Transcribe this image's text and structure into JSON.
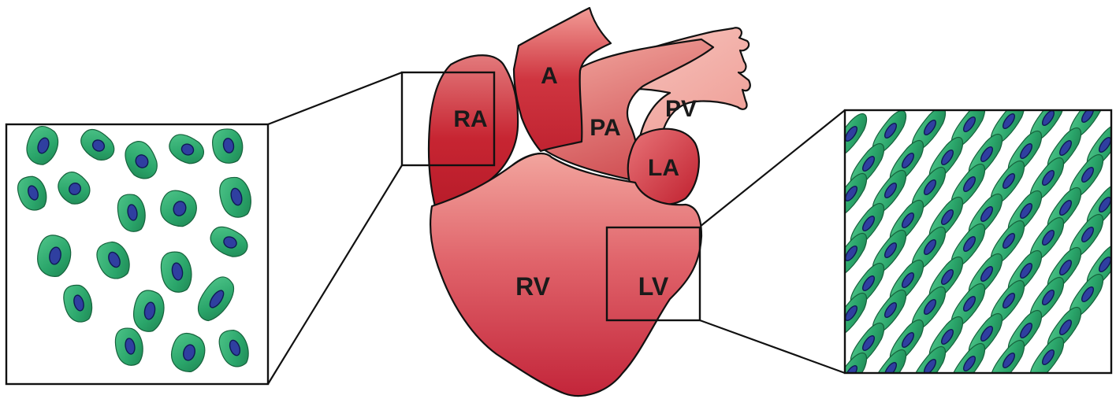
{
  "heart": {
    "labels": {
      "aorta": "A",
      "right_atrium": "RA",
      "pulmonary_artery": "PA",
      "pulmonary_veins": "PV",
      "left_atrium": "LA",
      "right_ventricle": "RV",
      "left_ventricle": "LV"
    },
    "colors": {
      "dark_red": "#c0202f",
      "mid_red": "#d9535c",
      "light_red": "#ef9c96",
      "pale_pink": "#f3b4ad"
    }
  },
  "panels": {
    "left": {
      "cell_arrangement": "scattered",
      "cell_color": "#2aa56a",
      "nucleus_color": "#2f3fa0"
    },
    "right": {
      "cell_arrangement": "aligned-dense",
      "cell_color": "#2aa56a",
      "nucleus_color": "#2f3fa0"
    }
  }
}
